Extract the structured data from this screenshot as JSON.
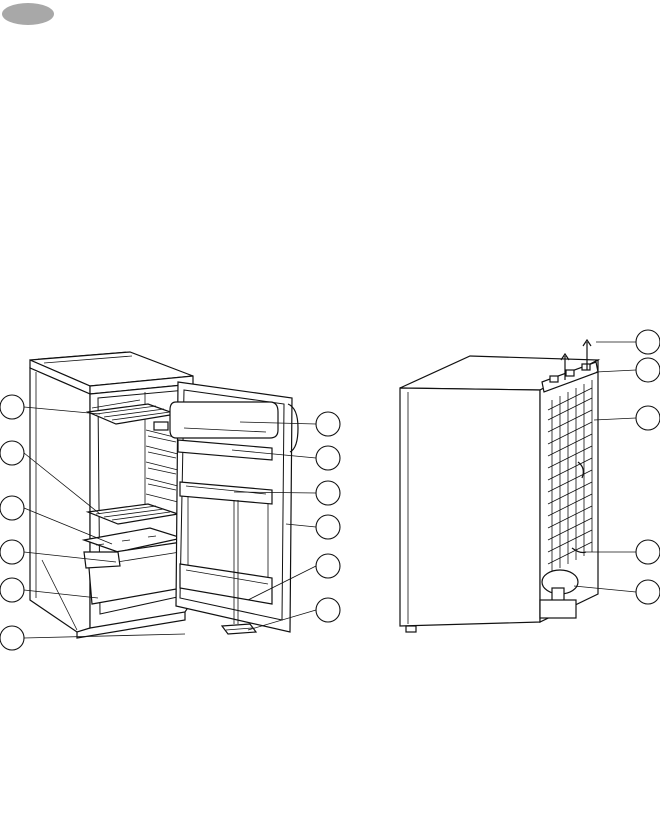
{
  "page": {
    "background": "#ffffff",
    "line_color": "#111111"
  },
  "corner_badge": {
    "color": "#a8a8a8"
  },
  "figures": [
    {
      "name": "fridge-front-open-door",
      "callout_count": 12
    },
    {
      "name": "fridge-rear-view",
      "callout_count": 5
    }
  ]
}
